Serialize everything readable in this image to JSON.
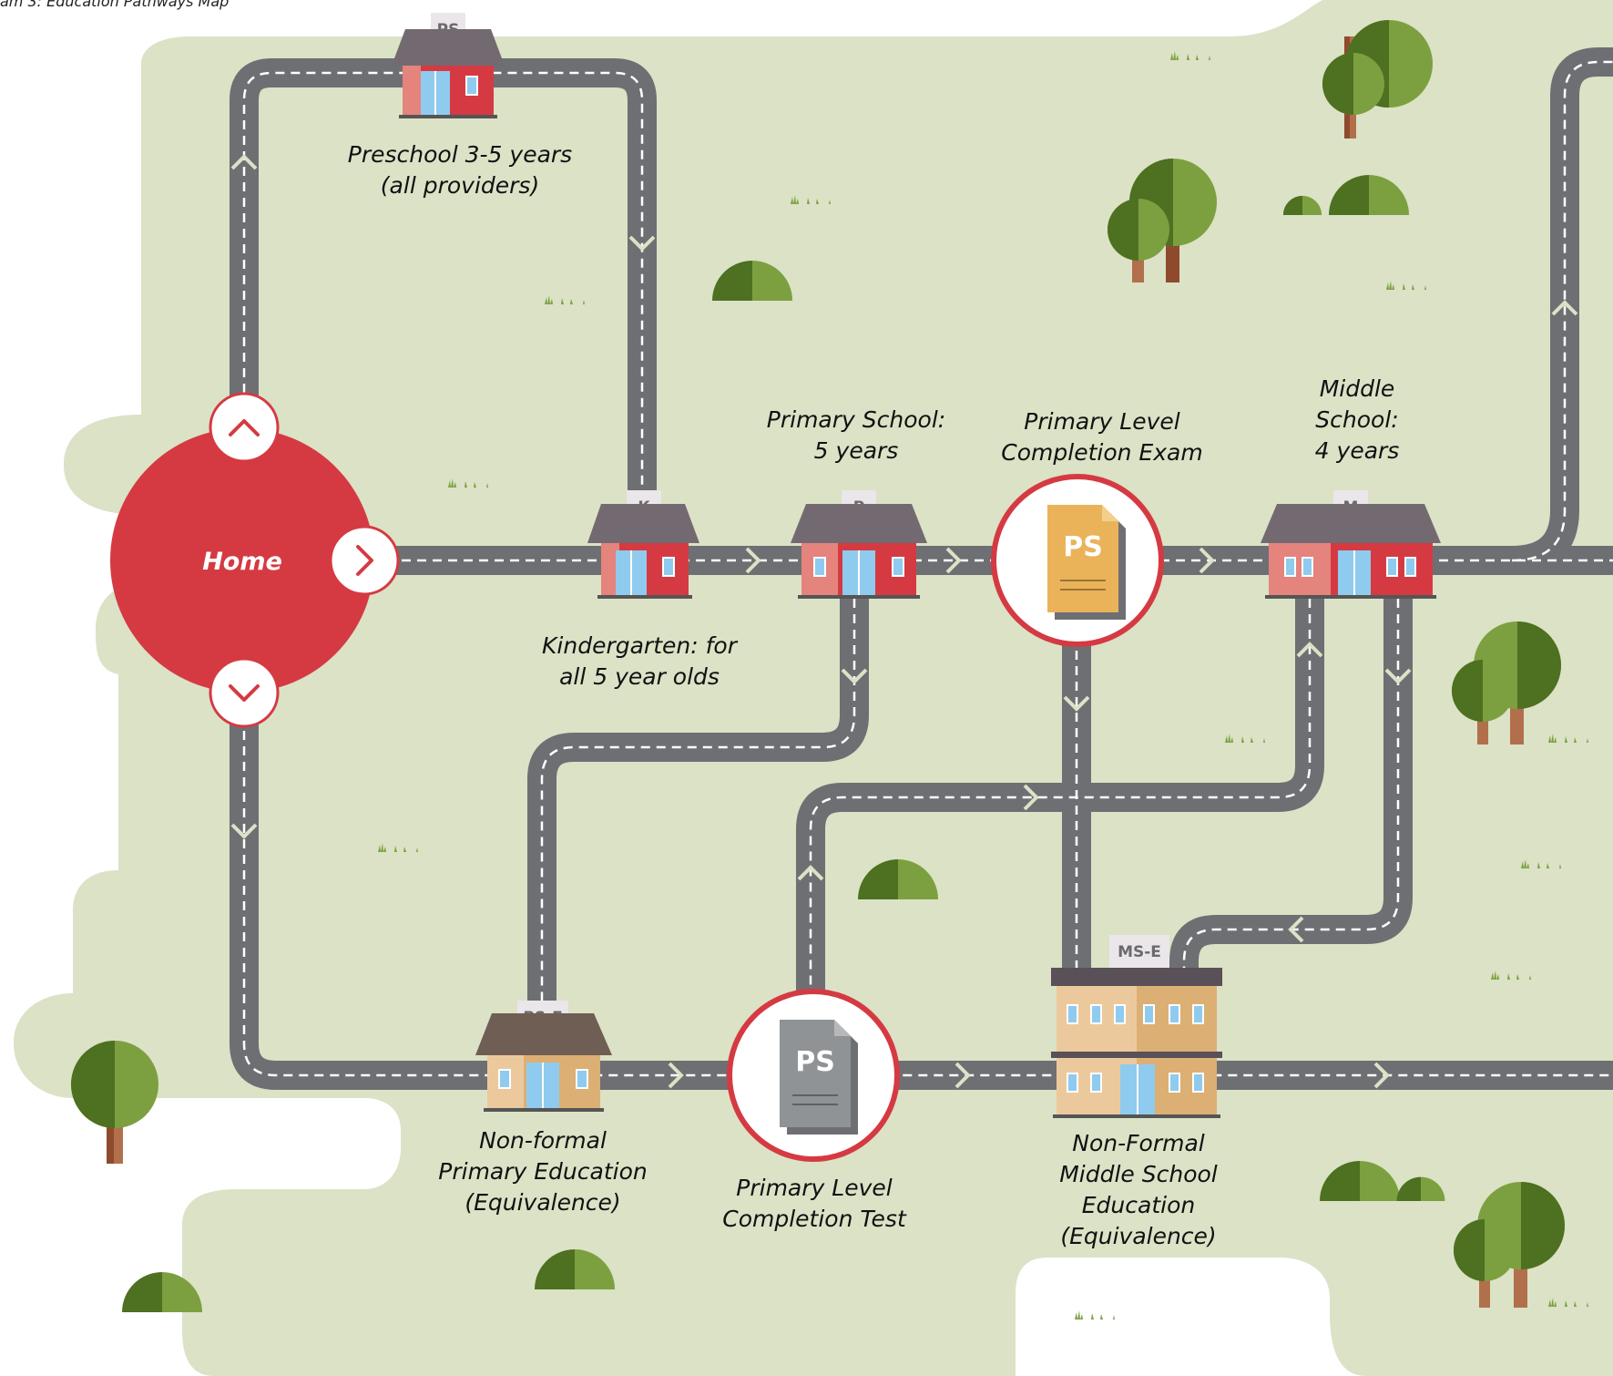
{
  "caption": "am 3: Education Pathways Map",
  "home": {
    "label": "Home"
  },
  "colors": {
    "grass": "#dbe2c6",
    "road": "#6e6f73",
    "home": "#d53a42",
    "house_red": "#d53a42",
    "house_tan": "#dcaf74",
    "roof": "#736a71",
    "roof_tan": "#6f5e53",
    "tree_dark": "#4d7021",
    "tree_light": "#7ca03f",
    "trunk": "#b26f4c",
    "exam_paper": "#eab35a",
    "test_paper": "#8f9395"
  },
  "schools": {
    "preschool": {
      "tag": "PS",
      "label": "Preschool 3-5 years\n(all providers)"
    },
    "kindergarten": {
      "tag": "K",
      "label": "Kindergarten: for\nall  5 year olds"
    },
    "primary": {
      "tag": "P",
      "label": "Primary School:\n5 years"
    },
    "middle": {
      "tag": "M",
      "label": "Middle\nSchool:\n4 years"
    },
    "nonformal_primary": {
      "tag": "PS-E",
      "label": "Non-formal\nPrimary Education\n(Equivalence)"
    },
    "nonformal_middle": {
      "tag": "MS-E",
      "label": "Non-Formal\nMiddle School\nEducation\n(Equivalence)"
    }
  },
  "exams": {
    "primary_exam": {
      "doc": "PS",
      "label": "Primary Level\nCompletion Exam"
    },
    "primary_test": {
      "doc": "PS",
      "label": "Primary Level\nCompletion Test"
    }
  }
}
